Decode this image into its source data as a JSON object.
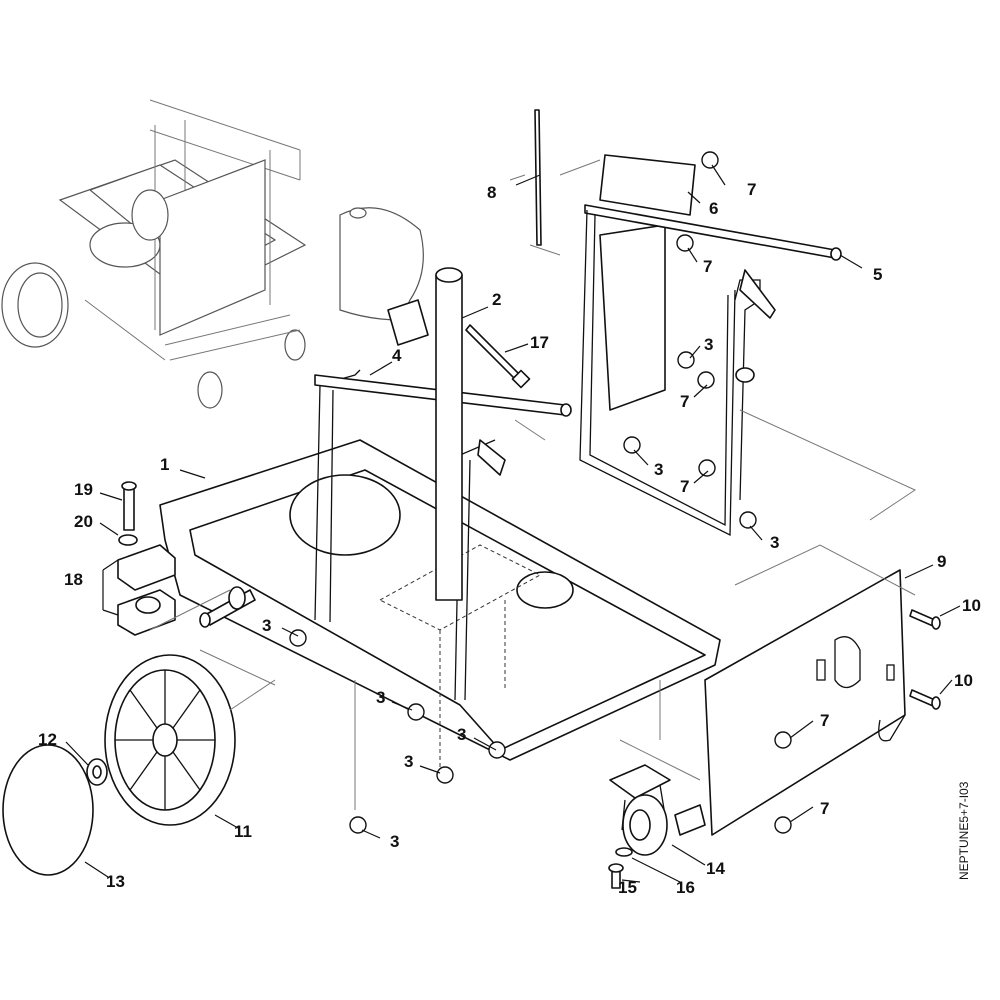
{
  "diagram_title": "NEPTUNE5+7-I03",
  "labels": {
    "frame": "1",
    "tube": "2",
    "nut": "3",
    "handle_front": "4",
    "handle_rear": "5",
    "bracket": "6",
    "nut_small": "7",
    "rod": "8",
    "side_panel": "9",
    "screw": "10",
    "wheel": "11",
    "washer_wheel": "12",
    "hub_cap": "13",
    "castor": "14",
    "bolt": "15",
    "washer_castor": "16",
    "bolt_long": "17",
    "clamp": "18",
    "clamp_screw": "19",
    "clamp_washer": "20"
  }
}
